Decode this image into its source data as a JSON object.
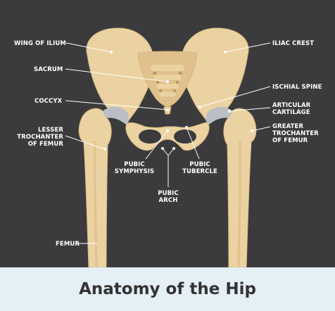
{
  "labels": {
    "wing_of_ilium": "WING OF ILIUM",
    "sacrum": "SACRUM",
    "coccyx": "COCCYX",
    "lesser_trochanter_1": "LESSER",
    "lesser_trochanter_2": "TROCHANTER",
    "lesser_trochanter_3": "OF FEMUR",
    "iliac_crest": "ILIAC CREST",
    "ischial_spine": "ISCHIAL SPINE",
    "articular_cartilage_1": "ARTICULAR",
    "articular_cartilage_2": "CARTILAGE",
    "greater_trochanter_1": "GREATER",
    "greater_trochanter_2": "TROCHANTER",
    "greater_trochanter_3": "OF FEMUR",
    "pubic_symphysis_1": "PUBIC",
    "pubic_symphysis_2": "SYMPHYSIS",
    "pubic_tubercle_1": "PUBIC",
    "pubic_tubercle_2": "TUBERCLE",
    "pubic_arch_1": "PUBIC",
    "pubic_arch_2": "ARCH",
    "femur": "FEMUR"
  },
  "caption": "Anatomy of the Hip",
  "colors": {
    "background": "#3b3b3d",
    "bone": "#ebd2a2",
    "bone_shade": "#d9b880",
    "cartilage": "#b9bfc4",
    "caption_bg": "#e4eff6",
    "caption_text": "#333333"
  }
}
